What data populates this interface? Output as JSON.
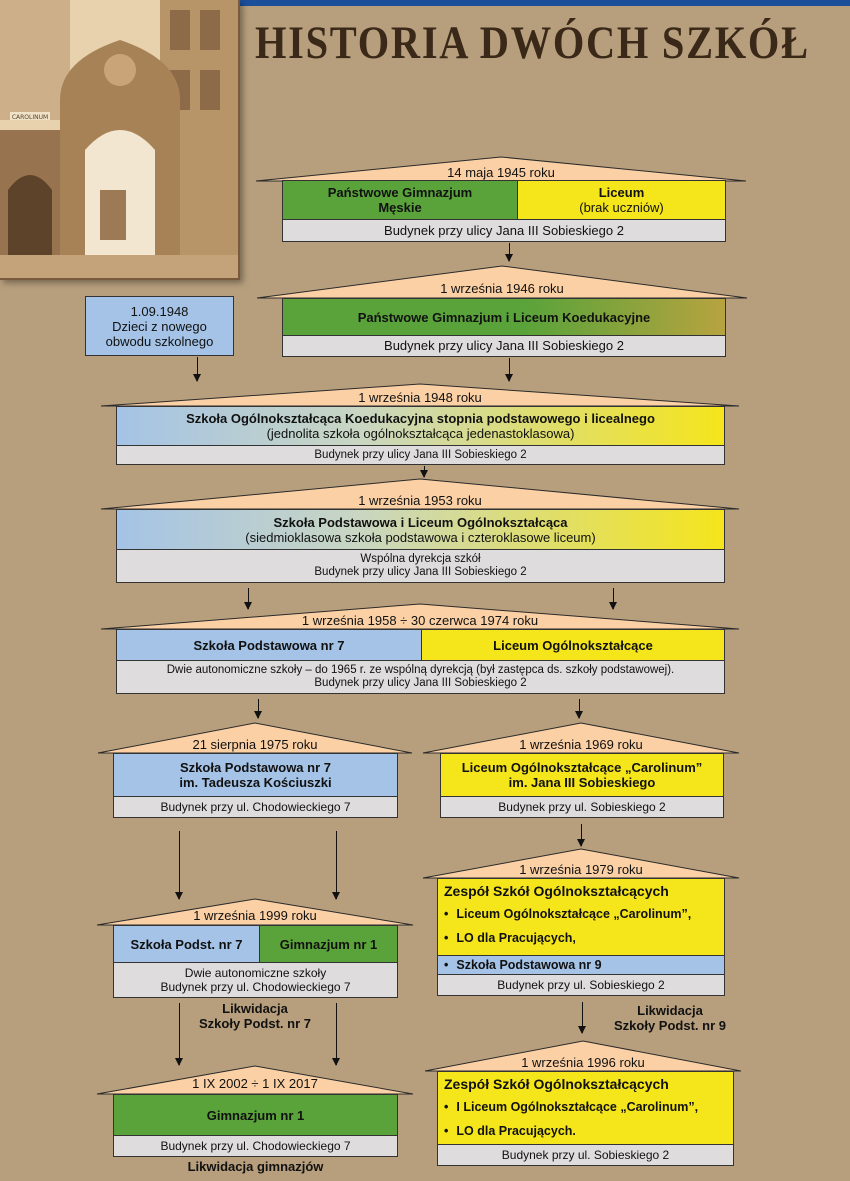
{
  "title": "HISTORIA DWÓCH SZKÓŁ",
  "photo": {
    "sign": "CAROLINUM"
  },
  "colors": {
    "background": "#b79f7d",
    "roof": "#fbd0a5",
    "green": "#5aa33a",
    "yellow": "#f5e51b",
    "blue": "#a4c3e6",
    "grey": "#dedcdc",
    "title": "#3a2818"
  },
  "s1945": {
    "date": "14 maja 1945 roku",
    "left_line1": "Państwowe Gimnazjum",
    "left_line2": "Męskie",
    "right_line1": "Liceum",
    "right_line2": "(brak uczniów)",
    "building": "Budynek przy ulicy Jana III Sobieskiego 2"
  },
  "s1946": {
    "date": "1 września 1946 roku",
    "school": "Państwowe Gimnazjum i Liceum Koedukacyjne",
    "building": "Budynek przy ulicy Jana III Sobieskiego 2"
  },
  "side1948": {
    "line1": "1.09.1948",
    "line2": "Dzieci z nowego",
    "line3": "obwodu szkolnego"
  },
  "s1948": {
    "date": "1 września 1948 roku",
    "school": "Szkoła Ogólnokształcąca Koedukacyjna stopnia podstawowego i licealnego",
    "sub": "(jednolita szkoła ogólnokształcąca jedenastoklasowa)",
    "building": "Budynek przy ulicy Jana III Sobieskiego 2"
  },
  "s1953": {
    "date": "1 września 1953 roku",
    "school": "Szkoła Podstawowa i Liceum Ogólnokształcąca",
    "sub": "(siedmioklasowa szkoła podstawowa i czteroklasowe liceum)",
    "note1": "Wspólna dyrekcja szkół",
    "note2": "Budynek przy ulicy Jana III Sobieskiego 2"
  },
  "s1958": {
    "date": "1 września 1958 ÷ 30 czerwca 1974 roku",
    "left": "Szkoła Podstawowa nr 7",
    "right": "Liceum Ogólnokształcące",
    "note1": "Dwie autonomiczne szkoły – do 1965 r. ze wspólną dyrekcją (był zastępca ds. szkoły podstawowej).",
    "note2": "Budynek przy ulicy Jana III Sobieskiego 2"
  },
  "s1975": {
    "date": "21 sierpnia 1975 roku",
    "line1": "Szkoła Podstawowa nr 7",
    "line2": "im. Tadeusza Kościuszki",
    "building": "Budynek przy ul. Chodowieckiego 7"
  },
  "s1969": {
    "date": "1 września 1969 roku",
    "line1": "Liceum Ogólnokształcące „Carolinum”",
    "line2": "im. Jana III Sobieskiego",
    "building": "Budynek przy ul. Sobieskiego 2"
  },
  "s1999": {
    "date": "1 września 1999 roku",
    "left": "Szkoła Podst. nr 7",
    "right": "Gimnazjum nr 1",
    "note1": "Dwie autonomiczne szkoły",
    "note2": "Budynek przy ul. Chodowieckiego 7"
  },
  "s1979": {
    "date": "1 września 1979 roku",
    "title": "Zespół Szkół Ogólnokształcących",
    "item1": "Liceum Ogólnokształcące „Carolinum”,",
    "item2": "LO dla Pracujących,",
    "item3": "Szkoła Podstawowa nr 9",
    "building": "Budynek przy ul. Sobieskiego 2"
  },
  "liq7": {
    "line1": "Likwidacja",
    "line2": "Szkoły Podst. nr 7"
  },
  "liq9": {
    "line1": "Likwidacja",
    "line2": "Szkoły Podst. nr 9"
  },
  "s2002": {
    "date": "1 IX 2002 ÷ 1 IX 2017",
    "school": "Gimnazjum nr 1",
    "building": "Budynek przy ul. Chodowieckiego 7",
    "end": "Likwidacja gimnazjów"
  },
  "s1996": {
    "date": "1 września 1996 roku",
    "title": "Zespół Szkół Ogólnokształcących",
    "item1": "I Liceum Ogólnokształcące „Carolinum”,",
    "item2": "LO dla Pracujących.",
    "building": "Budynek przy ul. Sobieskiego 2"
  }
}
